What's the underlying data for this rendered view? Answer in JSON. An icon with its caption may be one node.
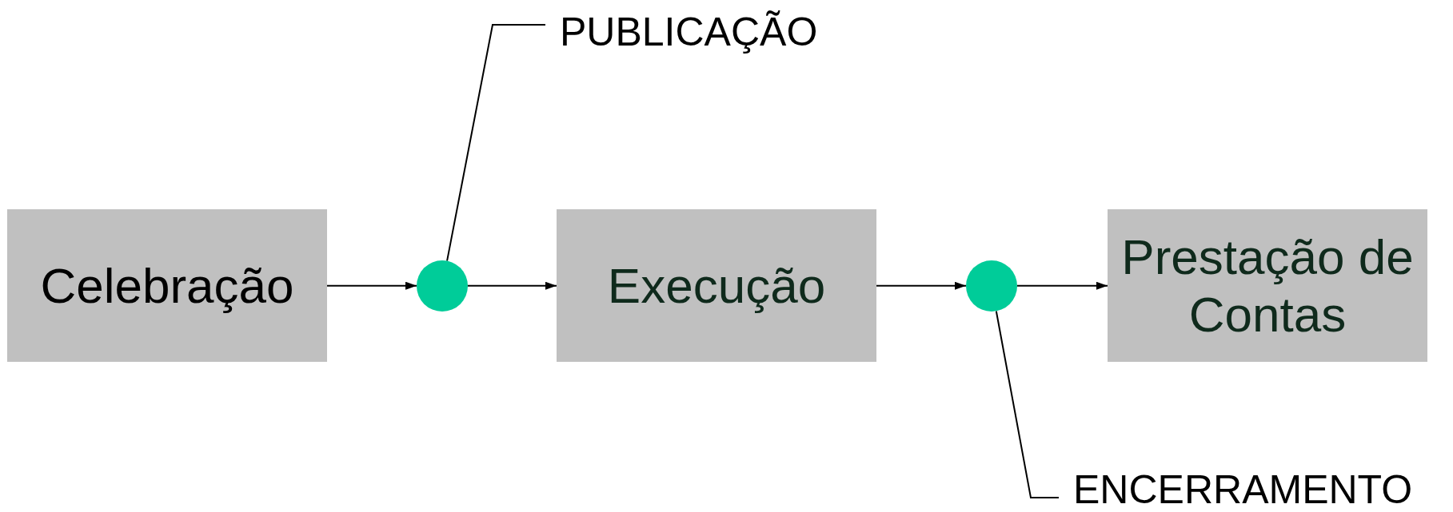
{
  "diagram": {
    "nodes": [
      {
        "text": [
          "Celebração"
        ]
      },
      {
        "text": [],
        "shape": "circle"
      },
      {
        "text": [
          "Execução"
        ]
      },
      {
        "text": [],
        "shape": "circle"
      },
      {
        "text": [
          "Prestação de Contas"
        ]
      },
      {
        "text": [
          "PUBLICAÇÃO"
        ]
      },
      {
        "text": [
          "ENCERRAMENTO"
        ]
      }
    ],
    "edges": [
      {
        "from": 0,
        "to": 1,
        "arrow": "to"
      },
      {
        "from": 1,
        "to": 2,
        "arrow": "to"
      },
      {
        "from": 2,
        "to": 3,
        "arrow": "to"
      },
      {
        "from": 3,
        "to": 4,
        "arrow": "to"
      },
      {
        "from": 5,
        "to": 1,
        "arrow": "none"
      },
      {
        "from": 6,
        "to": 3,
        "arrow": "none"
      }
    ]
  }
}
